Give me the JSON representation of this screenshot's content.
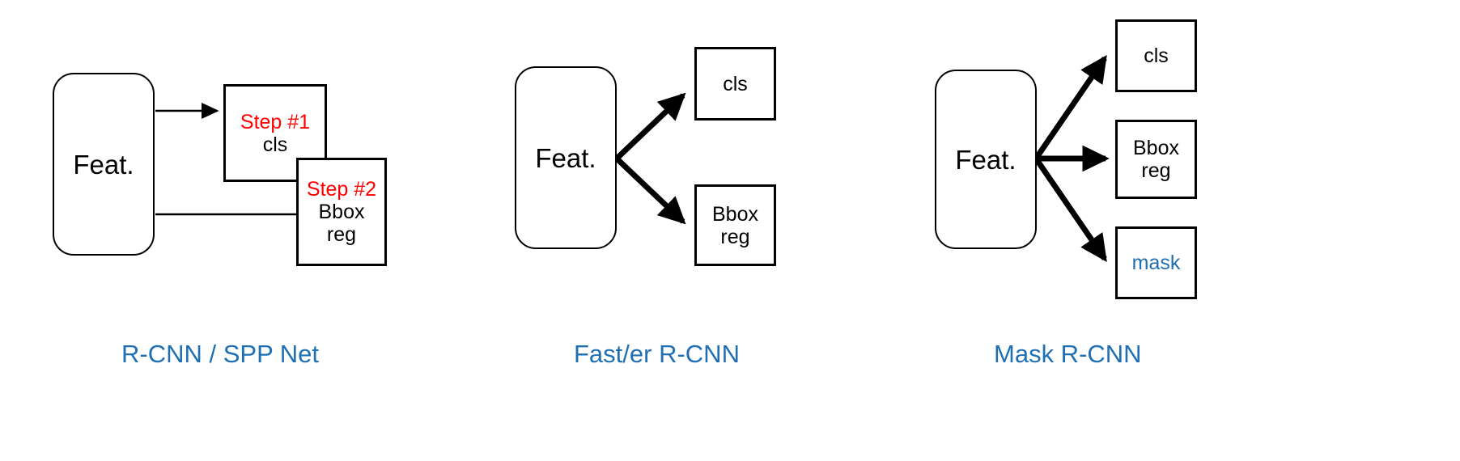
{
  "figure": {
    "background": "#ffffff",
    "colors": {
      "red": "#FF0000",
      "blue": "#1F6FB5",
      "black": "#000000"
    },
    "feature_label": "Feat."
  },
  "panels": [
    {
      "id": "rcnn-spp-net",
      "caption": "R-CNN / SPP Net",
      "feature_block": {
        "label": "Feat."
      },
      "arrow_style": "thin",
      "outputs": [
        {
          "name": "cls",
          "step": "Step #1",
          "step_color": "#FF0000",
          "lines": [
            "cls"
          ],
          "color": "#000000"
        },
        {
          "name": "bbox-reg",
          "step": "Step #2",
          "step_color": "#FF0000",
          "lines": [
            "Bbox",
            "reg"
          ],
          "color": "#000000"
        }
      ]
    },
    {
      "id": "fast-er-rcnn",
      "caption": "Fast/er R-CNN",
      "feature_block": {
        "label": "Feat."
      },
      "arrow_style": "thick",
      "outputs": [
        {
          "name": "cls",
          "step": "",
          "lines": [
            "cls"
          ],
          "color": "#000000"
        },
        {
          "name": "bbox-reg",
          "step": "",
          "lines": [
            "Bbox",
            "reg"
          ],
          "color": "#000000"
        }
      ]
    },
    {
      "id": "mask-rcnn",
      "caption": "Mask R-CNN",
      "feature_block": {
        "label": "Feat."
      },
      "arrow_style": "thick",
      "outputs": [
        {
          "name": "cls",
          "step": "",
          "lines": [
            "cls"
          ],
          "color": "#000000"
        },
        {
          "name": "bbox-reg",
          "step": "",
          "lines": [
            "Bbox",
            "reg"
          ],
          "color": "#000000"
        },
        {
          "name": "mask",
          "step": "",
          "lines": [
            "mask"
          ],
          "color": "#1F6FB5"
        }
      ]
    }
  ]
}
